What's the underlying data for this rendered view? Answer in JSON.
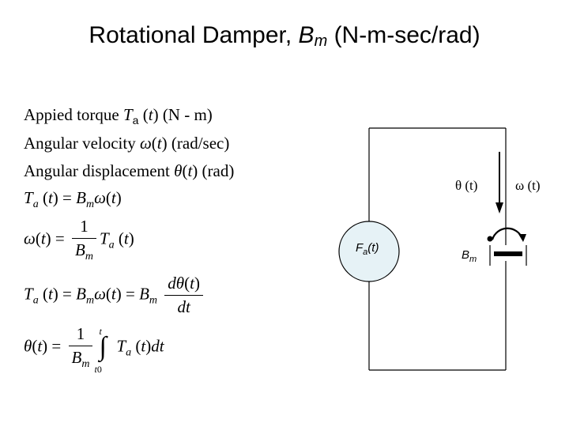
{
  "title": {
    "text_prefix": "Rotational Damper, ",
    "symbol": "B",
    "symbol_sub": "m",
    "text_suffix": " (N-m-sec/rad)"
  },
  "definitions": {
    "torque_label": "Appied torque ",
    "torque_units": " (N - m)",
    "velocity_label": "Angular velocity ",
    "velocity_units": " (rad/sec)",
    "displacement_label": "Angular displacement ",
    "displacement_units": " (rad)"
  },
  "equations": {
    "eq1": "T_a(t) = B_m ω(t)",
    "eq2": "ω(t) = (1/B_m) T_a(t)",
    "eq3": "T_a(t) = B_m ω(t) = B_m dθ(t)/dt",
    "eq4": "θ(t) = (1/B_m) ∫_{t0}^{t} T_a(t) dt"
  },
  "diagram": {
    "source_label": "F",
    "source_sub": "a",
    "source_arg": "(t)",
    "theta_label": "θ (t)",
    "omega_label": "ω (t)",
    "damper_label": "B",
    "damper_sub": "m"
  }
}
